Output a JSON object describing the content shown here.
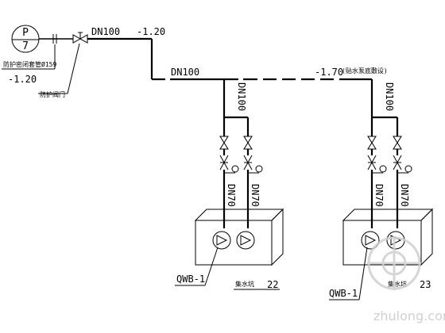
{
  "pump_symbol": {
    "letter": "P",
    "number": "7"
  },
  "labels": {
    "dn100_top": "DN100",
    "elev_top": "-1.20",
    "pipe_note": "防护密闭套管Ø159",
    "elev_left": "-1.20",
    "valve_note": "防护阀门",
    "dn100_mid": "DN100",
    "elev_mid": "-1.70",
    "pipe_note_right": "(贴水泵底敷设)",
    "dn100_vert_left": "DN100",
    "dn100_vert_right": "DN100",
    "dn70_1": "DN70",
    "dn70_2": "DN70",
    "dn70_3": "DN70",
    "dn70_4": "DN70",
    "qwb_left": "QWB-1",
    "pit_left_name": "集水坑",
    "pit_left_num": "22",
    "qwb_right": "QWB-1",
    "pit_right_name": "集水坑",
    "pit_right_num": "23"
  },
  "watermark": {
    "text": "zhulong.com"
  }
}
